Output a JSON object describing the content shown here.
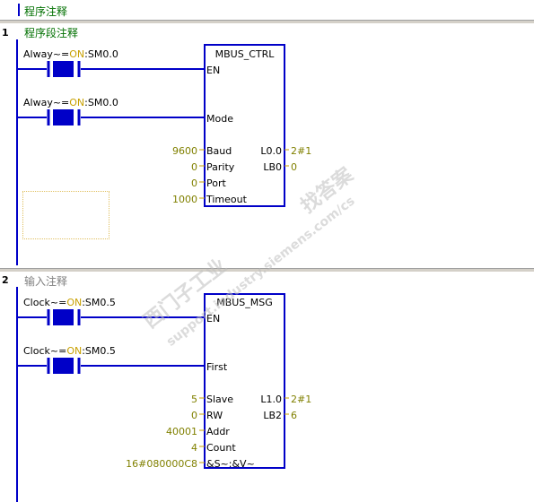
{
  "program_comment": "程序注释",
  "networks": [
    {
      "number": "1",
      "comment": "程序段注释",
      "contact1_label": "Alway~=ON:SM0.0",
      "contact2_label": "Alway~=ON:SM0.0",
      "block": {
        "title": "MBUS_CTRL",
        "pins_left": [
          "EN",
          "Mode",
          "Baud",
          "Parity",
          "Port",
          "Timeout"
        ],
        "values_left": [
          "9600",
          "0",
          "0",
          "1000"
        ],
        "pins_right": [
          "L0.0",
          "LB0"
        ],
        "values_right": [
          "2#1",
          "0"
        ]
      }
    },
    {
      "number": "2",
      "comment": "输入注释",
      "contact1_label": "Clock~=ON:SM0.5",
      "contact2_label": "Clock~=ON:SM0.5",
      "block": {
        "title": "MBUS_MSG",
        "pins_left": [
          "EN",
          "First",
          "Slave",
          "RW",
          "Addr",
          "Count",
          "&S~:&V~"
        ],
        "values_left": [
          "5",
          "0",
          "40001",
          "4",
          "16#080000C8"
        ],
        "pins_right": [
          "L1.0",
          "LB2"
        ],
        "values_right": [
          "2#1",
          "6"
        ]
      }
    }
  ],
  "watermark": [
    "西门子工业",
    "support.industry.siemens.com/cs",
    "找答案"
  ],
  "colors": {
    "rail": "#0000c8",
    "value": "#808000",
    "on": "#c8a000",
    "comment": "#007000"
  }
}
